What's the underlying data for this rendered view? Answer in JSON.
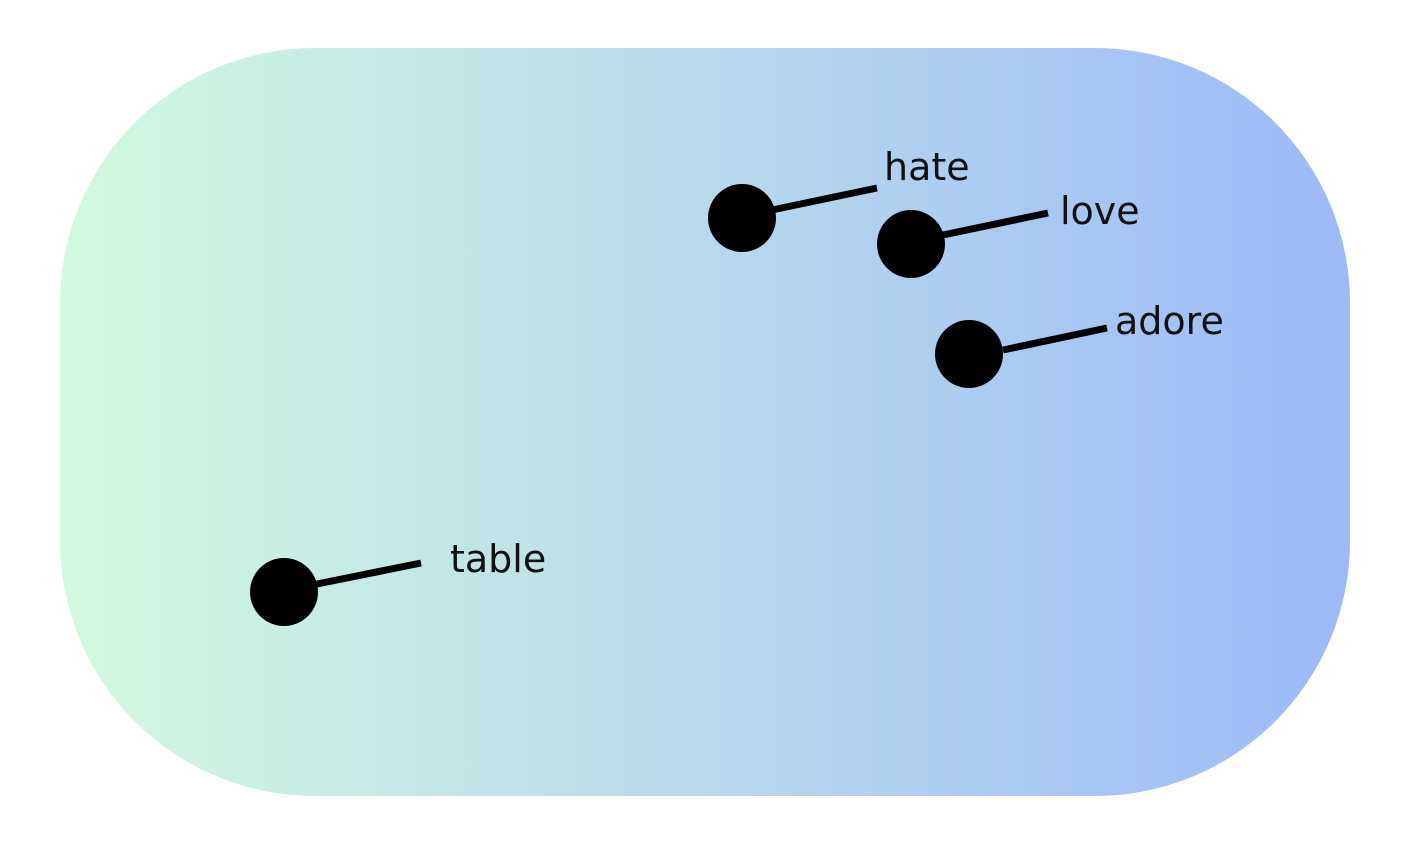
{
  "colors": {
    "gradient_start": "#d3f9df",
    "gradient_end": "#9db9f8",
    "dot": "#000000",
    "text": "#111111"
  },
  "words": [
    {
      "label": "hate"
    },
    {
      "label": "love"
    },
    {
      "label": "adore"
    },
    {
      "label": "table"
    }
  ]
}
